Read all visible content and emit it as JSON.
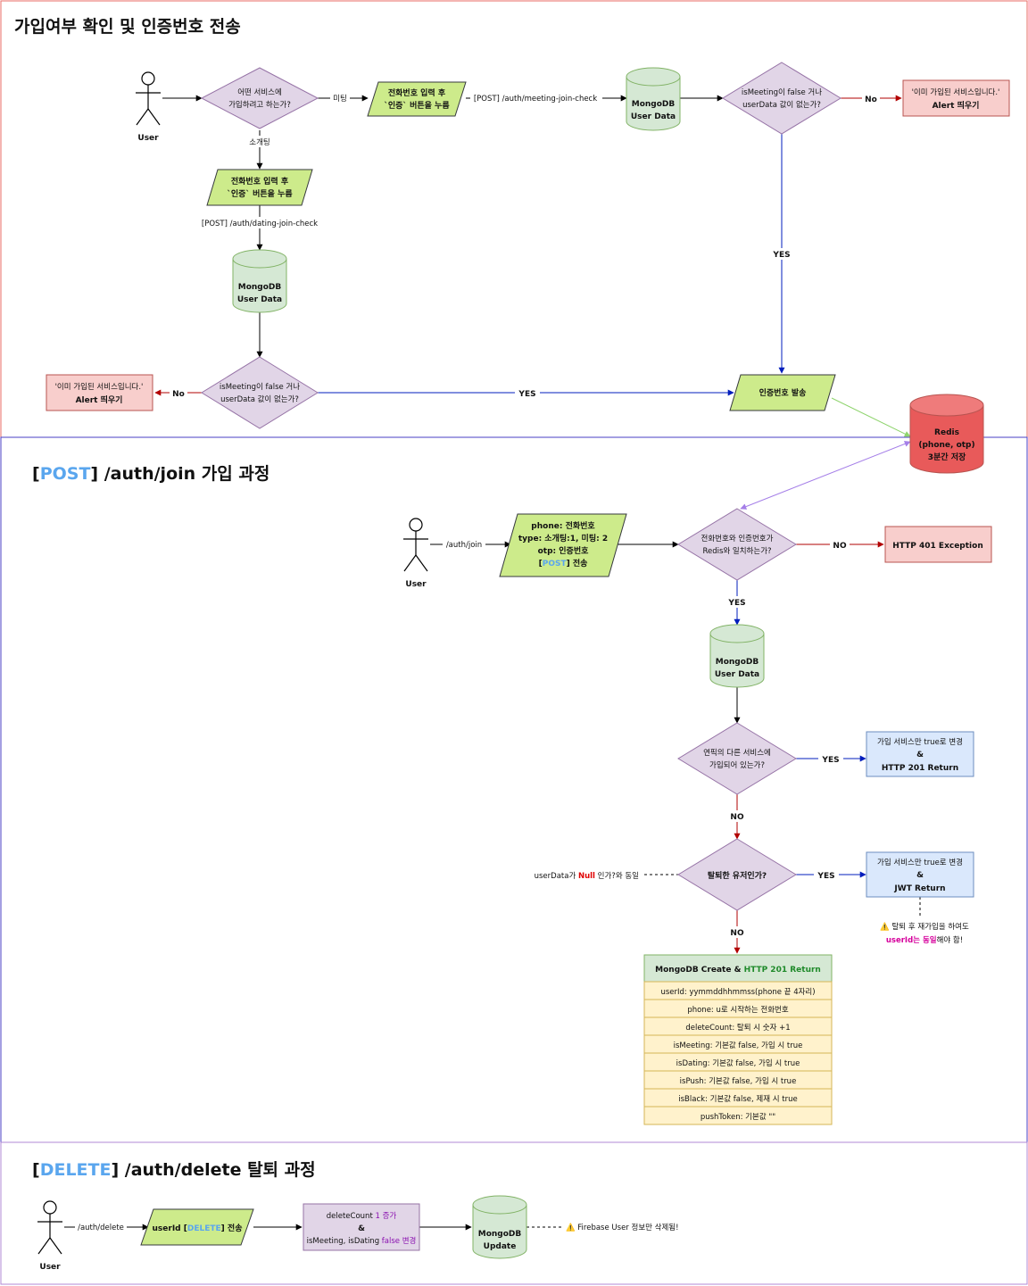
{
  "sections": {
    "signup_check": {
      "title": "가입여부 확인 및 인증번호 전송"
    },
    "join": {
      "title_prefix": "[",
      "title_method": "POST",
      "title_suffix": "] /auth/join 가입 과정"
    },
    "delete": {
      "title_prefix": "[",
      "title_method": "DELETE",
      "title_suffix": "] /auth/delete 탈퇴 과정"
    }
  },
  "actors": {
    "user_top": "User",
    "user_join": "User",
    "user_delete": "User"
  },
  "nodes": {
    "which_service": [
      "어떤 서비스에",
      "가입하려고 하는가?"
    ],
    "input_meeting": [
      "전화번호 입력 후",
      "`인증` 버튼을 누름"
    ],
    "input_dating": [
      "전화번호 입력 후",
      "`인증` 버튼을 누름"
    ],
    "mongo_top": [
      "MongoDB",
      "User Data"
    ],
    "mongo_left": [
      "MongoDB",
      "User Data"
    ],
    "check_meeting": [
      "isMeeting이 false 거나",
      "userData 값이 없는가?"
    ],
    "check_dating": [
      "isMeeting이 false 거나",
      "userData 값이 없는가?"
    ],
    "alert_right": [
      "'이미 가입된 서비스입니다.'",
      "Alert 띄우기"
    ],
    "alert_left": [
      "'이미 가입된 서비스입니다.'",
      "Alert 띄우기"
    ],
    "send_otp": "인증번호 발송",
    "redis": [
      "Redis",
      "(phone, otp)",
      "3분간 저장"
    ],
    "join_payload": {
      "line1": "phone: 전화번호",
      "line2": "type: 소개팅:1, 미팅: 2",
      "line3": "otp: 인증번호",
      "line4_method": "POST",
      "line4_prefix": "[",
      "line4_suffix": "] 전송"
    },
    "otp_match": [
      "전화번호와 인증번호가",
      "Redis와 일치하는가?"
    ],
    "http401": "HTTP 401 Exception",
    "mongo_join": [
      "MongoDB",
      "User Data"
    ],
    "other_service": [
      "연픽의 다른 서비스에",
      "가입되어 있는가?"
    ],
    "result_201": {
      "line1": "가입 서비스만 true로 변경",
      "line2": "&",
      "line3": "HTTP 201 Return"
    },
    "withdrawn": "탈퇴한 유저인가?",
    "result_jwt": {
      "line1": "가입 서비스만 true로 변경",
      "line2": "&",
      "line3": "JWT Return"
    },
    "withdrawn_note": {
      "prefix": "userData가 ",
      "null": "Null",
      "suffix": " 인가?와 동일"
    },
    "rejoin_note": {
      "line1": "⚠️ 탈퇴 후 재가입을 하여도",
      "highlight": "userId는 동일",
      "rest": "해야 함!"
    },
    "create_table": {
      "header_prefix": "MongoDB Create & ",
      "header_highlight": "HTTP 201 Return",
      "rows": [
        "userId: yymmddhhmmss(phone 끝 4자리)",
        "phone: u로 시작하는 전화번호",
        "deleteCount: 탈퇴 시 숫자 +1",
        "isMeeting: 기본값 false, 가입 시 true",
        "isDating: 기본값 false, 가입 시 true",
        "isPush: 기본값 false, 가입 시 true",
        "isBlack: 기본값 false, 제재 시 true",
        "pushToken: 기본값 \"\""
      ]
    },
    "delete_payload": {
      "prefix": "userId [",
      "method": "DELETE",
      "suffix": "] 전송"
    },
    "delete_update": {
      "line1_prefix": "deleteCount ",
      "line1_highlight": "1 증가",
      "line2": "&",
      "line3_prefix": "isMeeting, isDating ",
      "line3_highlight": "false 변경"
    },
    "mongo_update": {
      "line1": "MongoDB",
      "line2": "Update"
    },
    "firebase_note": "⚠️ Firebase User 정보만 삭제됨!"
  },
  "edge_labels": {
    "meeting": "미팅",
    "dating": "소개팅",
    "post_meeting": "[POST] /auth/meeting-join-check",
    "post_dating": "[POST] /auth/dating-join-check",
    "no_right": "No",
    "no_left": "No",
    "yes_right": "YES",
    "yes_left": "YES",
    "auth_join": "/auth/join",
    "no_otp": "NO",
    "yes_otp": "YES",
    "yes_other": "YES",
    "no_other": "NO",
    "yes_withdrawn": "YES",
    "no_withdrawn": "NO",
    "auth_delete": "/auth/delete"
  },
  "colors": {
    "decision_fill": "#e1d5e7",
    "decision_stroke": "#9673a6",
    "io_fill": "#cdeb8b",
    "db_fill": "#d5e8d4",
    "db_stroke": "#82b366",
    "alert_fill": "#f8cecc",
    "alert_stroke": "#b85450",
    "blue_fill": "#dae8fc",
    "blue_stroke": "#6c8ebf",
    "table_fill": "#fff2cc",
    "table_stroke": "#d6b656",
    "redis_fill": "#e85a5a",
    "method_blue": "#5aa6ee",
    "no_edge": "#b20000",
    "yes_edge": "#001dbc"
  }
}
